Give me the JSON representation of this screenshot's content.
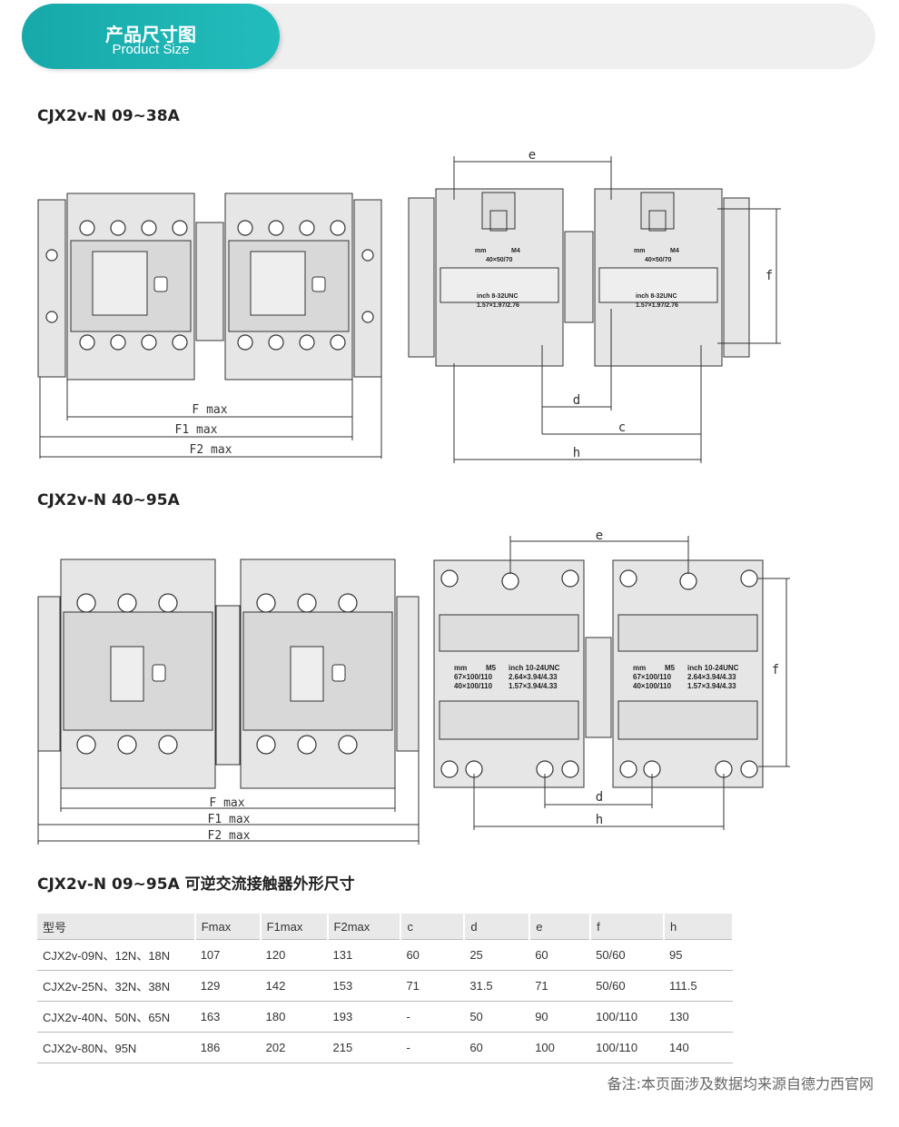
{
  "header": {
    "title_zh": "产品尺寸图",
    "title_en": "Product Size"
  },
  "sections": {
    "small": {
      "title": "CJX2v-N 09~38A"
    },
    "large": {
      "title": "CJX2v-N 40~95A"
    },
    "table": {
      "title": "CJX2v-N 09~95A 可逆交流接触器外形尺寸"
    }
  },
  "dim_labels": {
    "f_max": "F max",
    "f1_max": "F1 max",
    "f2_max": "F2 max",
    "c": "c",
    "d": "d",
    "e": "e",
    "f": "f",
    "h": "h"
  },
  "small_labels": {
    "mm": "mm",
    "m4": "M4",
    "mm_size": "40×50/70",
    "inch": "inch 8-32UNC",
    "inch_size": "1.57×1.97/2.76"
  },
  "large_labels": {
    "mm": "mm",
    "m5": "M5",
    "mm_size1": "67×100/110",
    "mm_size2": "40×100/110",
    "inch": "inch 10-24UNC",
    "inch_size1": "2.64×3.94/4.33",
    "inch_size2": "1.57×3.94/4.33"
  },
  "table": {
    "headers": [
      "型号",
      "Fmax",
      "F1max",
      "F2max",
      "c",
      "d",
      "e",
      "f",
      "h"
    ],
    "rows": [
      [
        "CJX2v-09N、12N、18N",
        "107",
        "120",
        "131",
        "60",
        "25",
        "60",
        "50/60",
        "95"
      ],
      [
        "CJX2v-25N、32N、38N",
        "129",
        "142",
        "153",
        "71",
        "31.5",
        "71",
        "50/60",
        "111.5"
      ],
      [
        "CJX2v-40N、50N、65N",
        "163",
        "180",
        "193",
        "-",
        "50",
        "90",
        "100/110",
        "130"
      ],
      [
        "CJX2v-80N、95N",
        "186",
        "202",
        "215",
        "-",
        "60",
        "100",
        "100/110",
        "140"
      ]
    ]
  },
  "footnote": "备注:本页面涉及数据均来源自德力西官网"
}
